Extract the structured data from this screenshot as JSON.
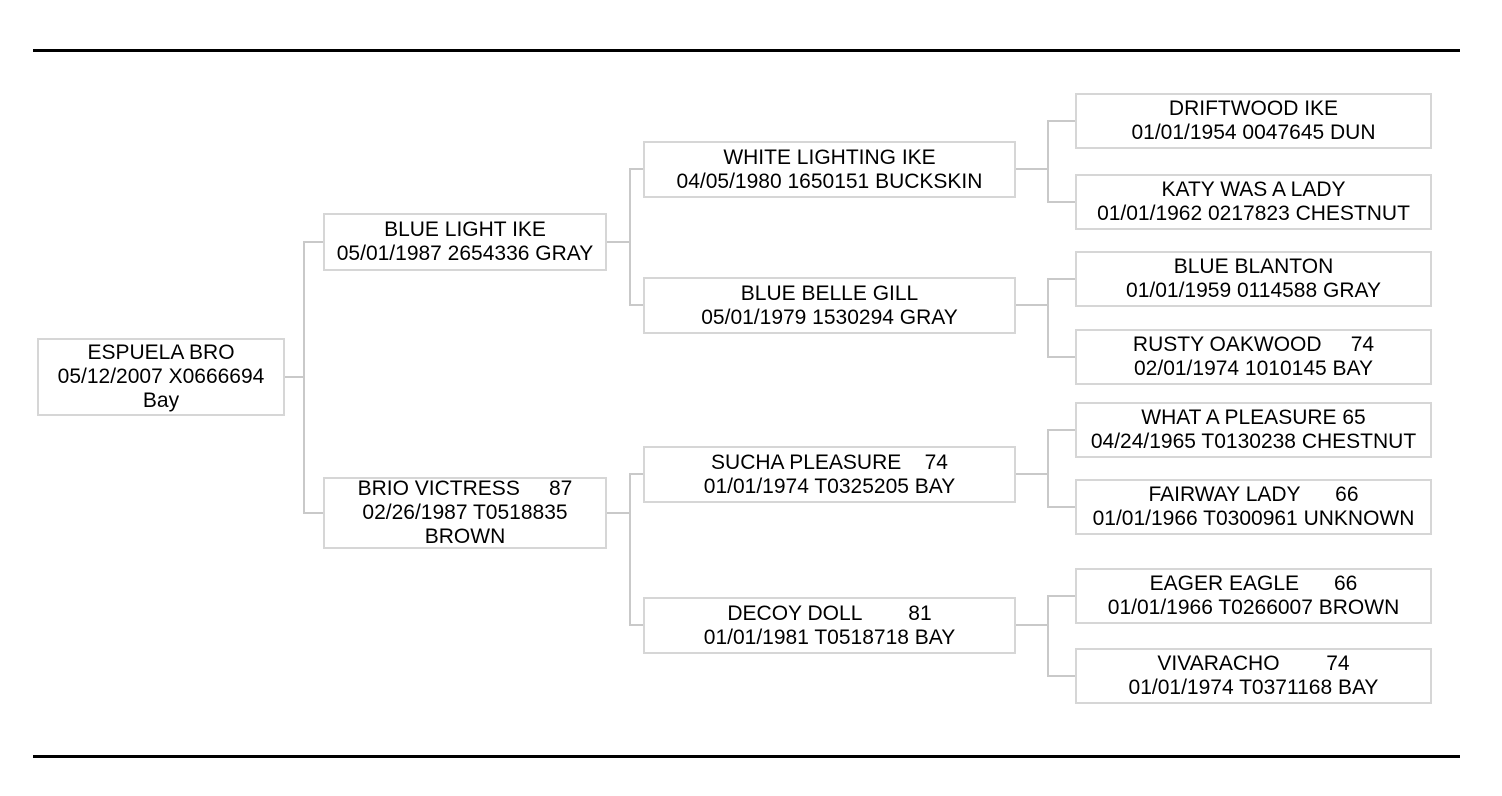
{
  "colors": {
    "background": "#ffffff",
    "rule": "#000000",
    "box_border": "#d6d6d6",
    "connector": "#c9c9c9",
    "text": "#000000"
  },
  "pedigree": {
    "nodes": [
      {
        "id": "subject",
        "generation": 1,
        "lines": [
          "ESPUELA BRO",
          "05/12/2007 X0666694",
          "Bay"
        ]
      },
      {
        "id": "sire",
        "generation": 2,
        "lines": [
          "BLUE LIGHT IKE",
          "05/01/1987 2654336 GRAY"
        ]
      },
      {
        "id": "dam",
        "generation": 2,
        "lines": [
          "BRIO VICTRESS     87",
          "02/26/1987 T0518835",
          "BROWN"
        ]
      },
      {
        "id": "sire-sire",
        "generation": 3,
        "lines": [
          "WHITE LIGHTING IKE",
          "04/05/1980 1650151 BUCKSKIN"
        ]
      },
      {
        "id": "sire-dam",
        "generation": 3,
        "lines": [
          "BLUE BELLE GILL",
          "05/01/1979 1530294 GRAY"
        ]
      },
      {
        "id": "dam-sire",
        "generation": 3,
        "lines": [
          "SUCHA PLEASURE    74",
          "01/01/1974 T0325205 BAY"
        ]
      },
      {
        "id": "dam-dam",
        "generation": 3,
        "lines": [
          "DECOY DOLL        81",
          "01/01/1981 T0518718 BAY"
        ]
      },
      {
        "id": "sire-sire-sire",
        "generation": 4,
        "lines": [
          "DRIFTWOOD IKE",
          "01/01/1954 0047645 DUN"
        ]
      },
      {
        "id": "sire-sire-dam",
        "generation": 4,
        "lines": [
          "KATY WAS A LADY",
          "01/01/1962 0217823 CHESTNUT"
        ]
      },
      {
        "id": "sire-dam-sire",
        "generation": 4,
        "lines": [
          "BLUE BLANTON",
          "01/01/1959 0114588 GRAY"
        ]
      },
      {
        "id": "sire-dam-dam",
        "generation": 4,
        "lines": [
          "RUSTY OAKWOOD     74",
          "02/01/1974 1010145 BAY"
        ]
      },
      {
        "id": "dam-sire-sire",
        "generation": 4,
        "lines": [
          "WHAT A PLEASURE 65",
          "04/24/1965 T0130238 CHESTNUT"
        ]
      },
      {
        "id": "dam-sire-dam",
        "generation": 4,
        "lines": [
          "FAIRWAY LADY      66",
          "01/01/1966 T0300961 UNKNOWN"
        ]
      },
      {
        "id": "dam-dam-sire",
        "generation": 4,
        "lines": [
          "EAGER EAGLE      66",
          "01/01/1966 T0266007 BROWN"
        ]
      },
      {
        "id": "dam-dam-dam",
        "generation": 4,
        "lines": [
          "VIVARACHO        74",
          "01/01/1974 T0371168 BAY"
        ]
      }
    ]
  }
}
